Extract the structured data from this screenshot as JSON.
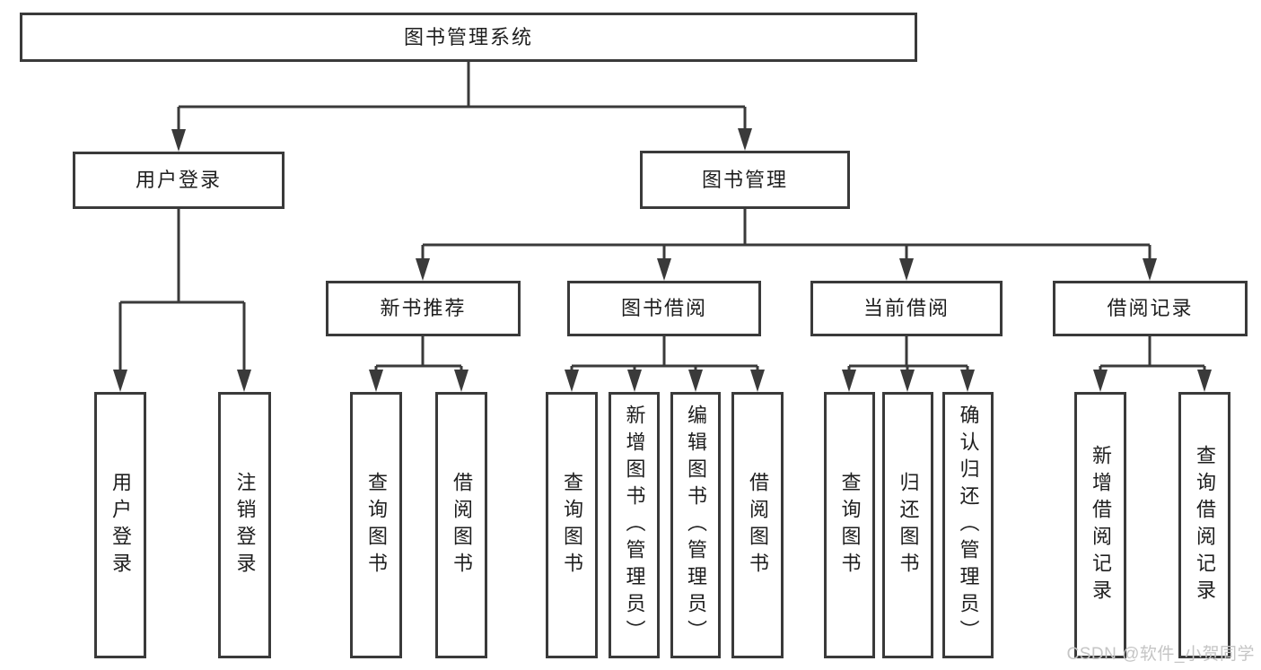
{
  "diagram": {
    "type": "org-chart",
    "root": {
      "label": "图书管理系统"
    },
    "branches": [
      {
        "label": "用户登录",
        "children": [
          {
            "label": "用户登录"
          },
          {
            "label": "注销登录"
          }
        ]
      },
      {
        "label": "图书管理",
        "children": [
          {
            "label": "新书推荐",
            "children": [
              {
                "label": "查询图书"
              },
              {
                "label": "借阅图书"
              }
            ]
          },
          {
            "label": "图书借阅",
            "children": [
              {
                "label": "查询图书"
              },
              {
                "label": "新增图书（管理员）"
              },
              {
                "label": "编辑图书（管理员）"
              },
              {
                "label": "借阅图书"
              }
            ]
          },
          {
            "label": "当前借阅",
            "children": [
              {
                "label": "查询图书"
              },
              {
                "label": "归还图书"
              },
              {
                "label": "确认归还（管理员）"
              }
            ]
          },
          {
            "label": "借阅记录",
            "children": [
              {
                "label": "新增借阅记录"
              },
              {
                "label": "查询借阅记录"
              }
            ]
          }
        ]
      }
    ]
  },
  "watermark": {
    "text": "CSDN @软件_小贺同学"
  },
  "colors": {
    "line": "#3a3a3a",
    "text": "#1e1e1e",
    "watermark": "#c5c5c5",
    "background": "#ffffff"
  }
}
